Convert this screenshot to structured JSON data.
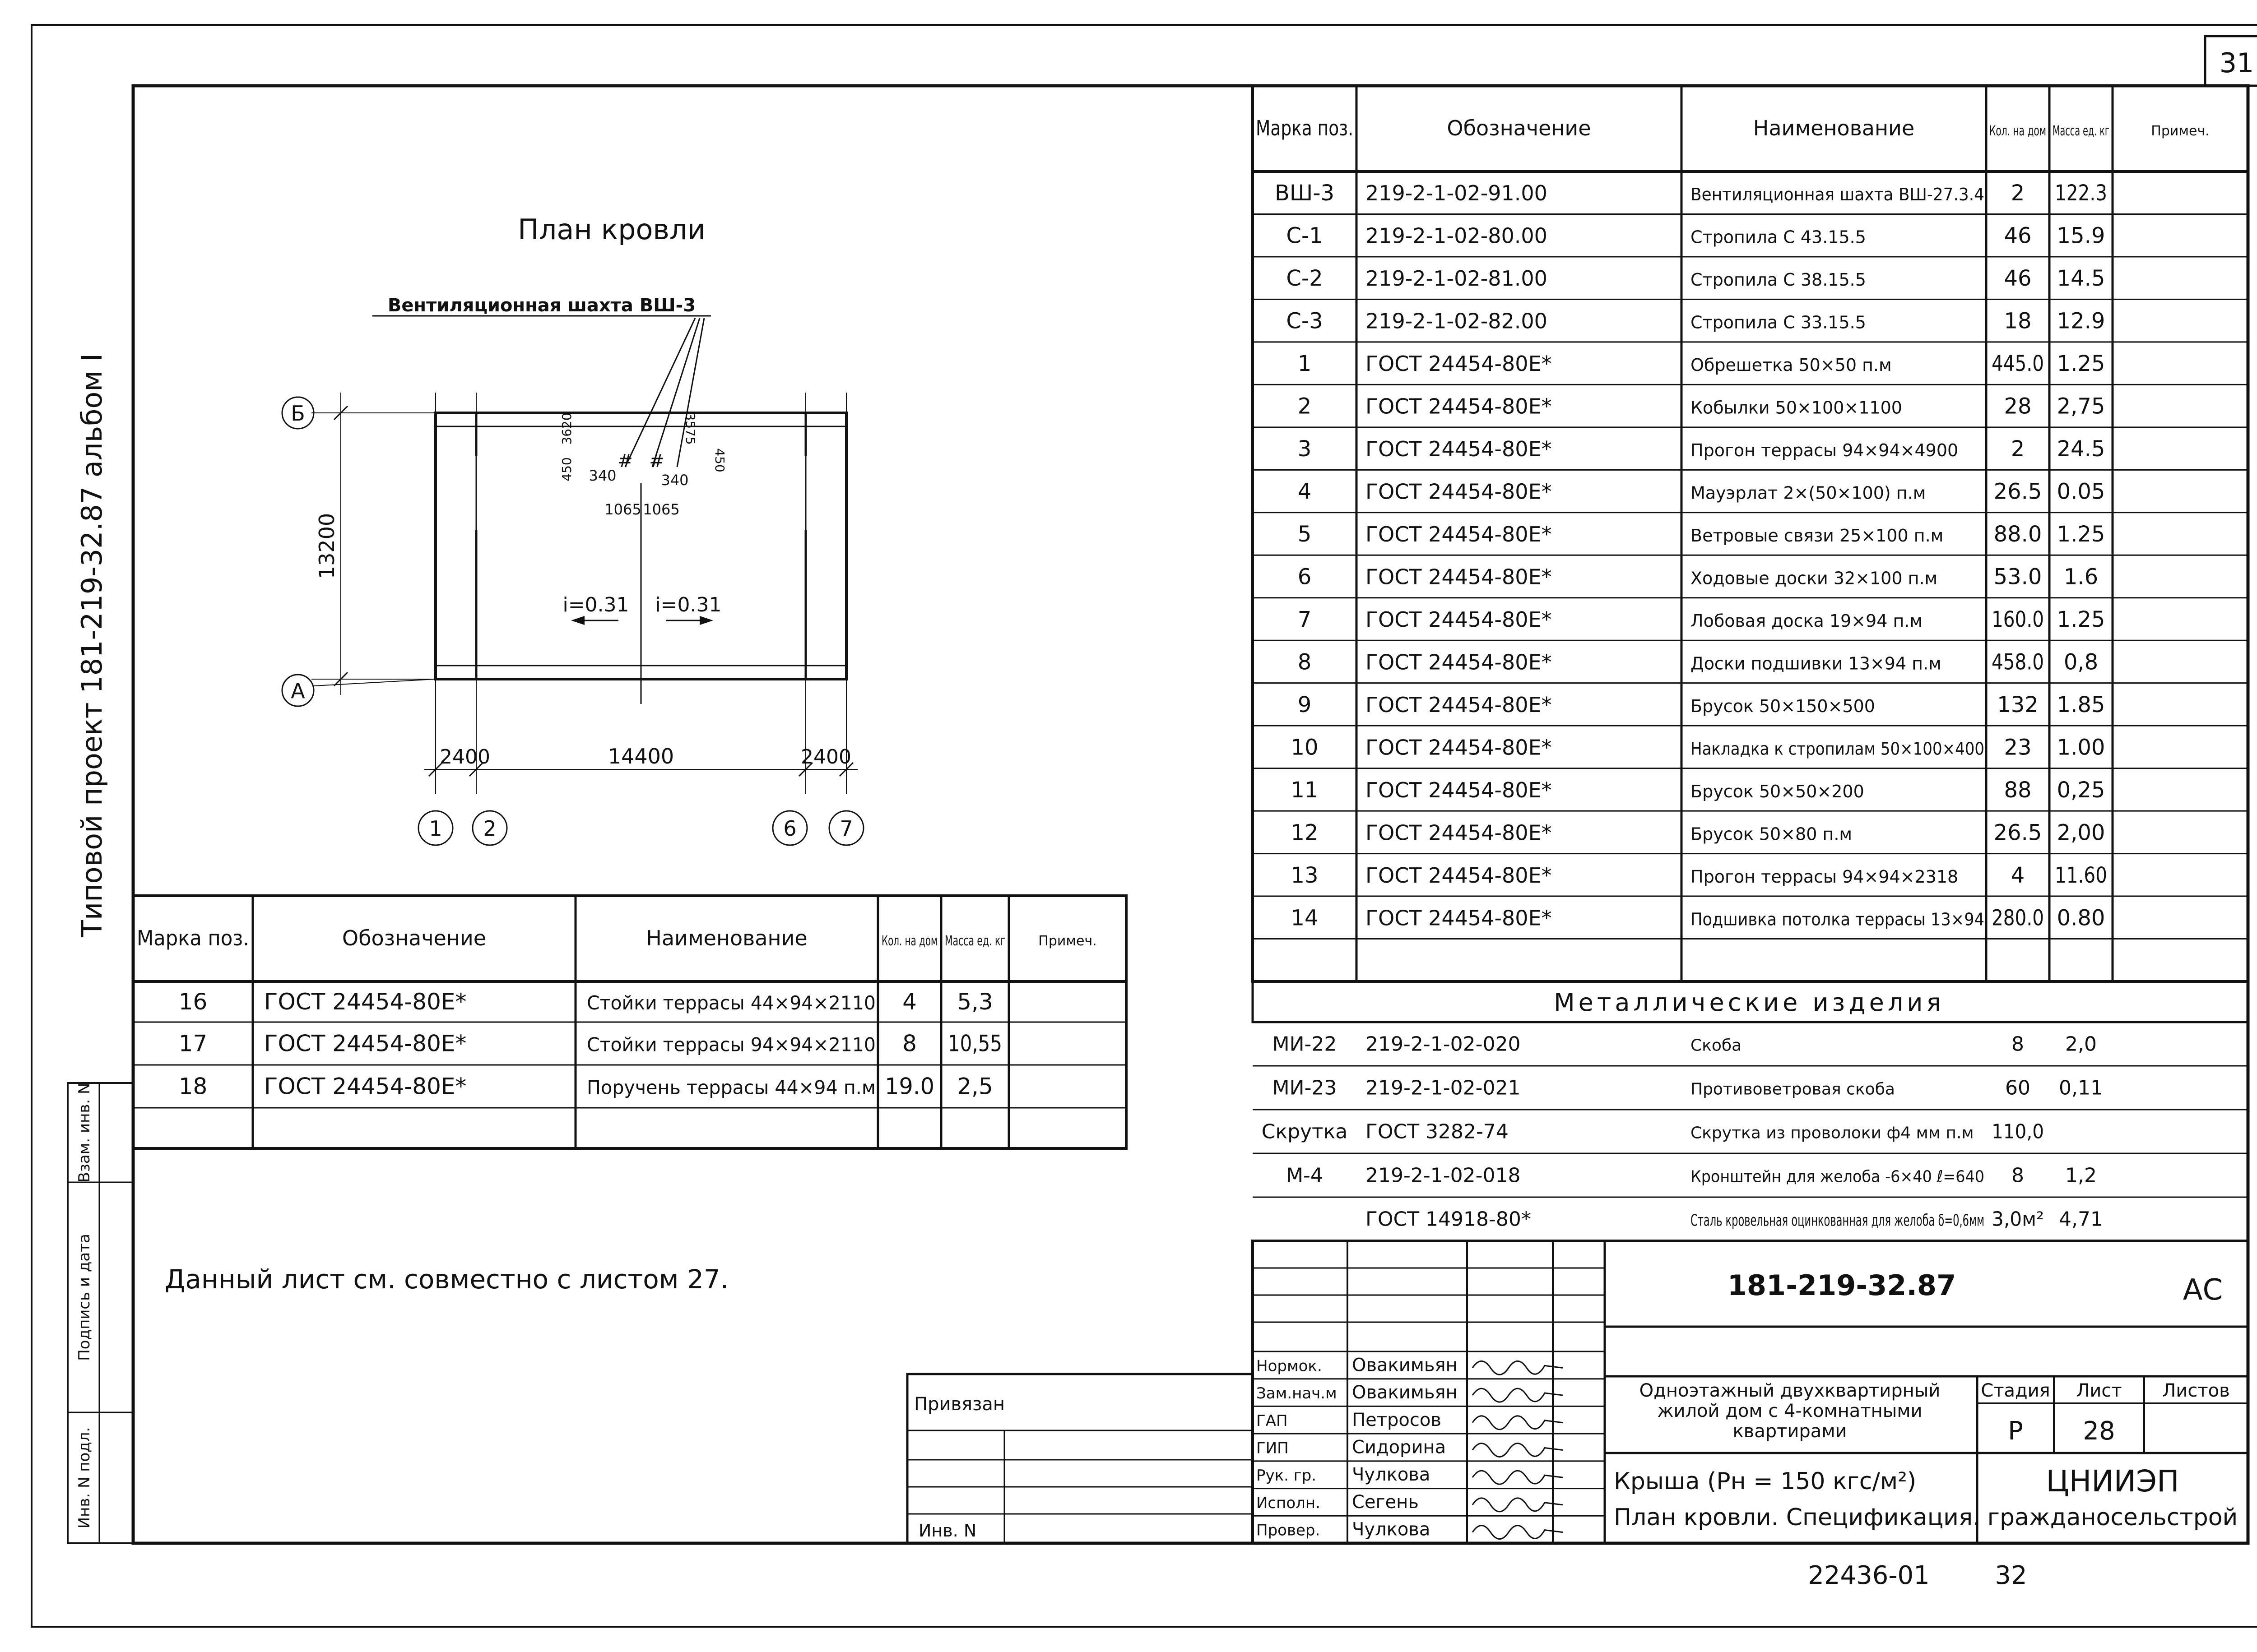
{
  "sheet_number": "31",
  "album_caption": "Типовой проект 181-219-32.87 альбом I",
  "plan": {
    "title": "План кровли",
    "shaft_label": "Вентиляционная шахта ВШ-3",
    "axis_b": "Б",
    "axis_a": "А",
    "axis_1": "1",
    "axis_2": "2",
    "axis_6": "6",
    "axis_7": "7",
    "dim_13200": "13200",
    "dim_2400_left": "2400",
    "dim_14400": "14400",
    "dim_2400_right": "2400",
    "dim_450_l": "450",
    "dim_3620": "3620",
    "dim_340_l": "340",
    "dim_340_r": "340",
    "dim_3575": "3575",
    "dim_450_r": "450",
    "dim_1065_l": "1065",
    "dim_1065_r": "1065",
    "slope_left": "i=0.31",
    "slope_right": "i=0.31"
  },
  "left_table": {
    "headers": [
      "Марка поз.",
      "Обозначение",
      "Наименование",
      "Кол. на дом",
      "Масса ед. кг",
      "Примеч."
    ],
    "rows": [
      [
        "16",
        "ГОСТ 24454-80Е*",
        "Стойки террасы 44×94×2110",
        "4",
        "5,3",
        ""
      ],
      [
        "17",
        "ГОСТ 24454-80Е*",
        "Стойки террасы 94×94×2110",
        "8",
        "10,55",
        ""
      ],
      [
        "18",
        "ГОСТ 24454-80Е*",
        "Поручень террасы 44×94 п.м",
        "19.0",
        "2,5",
        ""
      ]
    ]
  },
  "right_table": {
    "headers": [
      "Марка поз.",
      "Обозначение",
      "Наименование",
      "Кол. на дом",
      "Масса ед. кг",
      "Примеч."
    ],
    "rows": [
      [
        "ВШ-3",
        "219-2-1-02-91.00",
        "Вентиляционная шахта ВШ-27.3.4",
        "2",
        "122.3",
        ""
      ],
      [
        "С-1",
        "219-2-1-02-80.00",
        "Стропила С 43.15.5",
        "46",
        "15.9",
        ""
      ],
      [
        "С-2",
        "219-2-1-02-81.00",
        "Стропила С 38.15.5",
        "46",
        "14.5",
        ""
      ],
      [
        "С-3",
        "219-2-1-02-82.00",
        "Стропила С 33.15.5",
        "18",
        "12.9",
        ""
      ],
      [
        "1",
        "ГОСТ 24454-80Е*",
        "Обрешетка 50×50 п.м",
        "445.0",
        "1.25",
        ""
      ],
      [
        "2",
        "ГОСТ 24454-80Е*",
        "Кобылки 50×100×1100",
        "28",
        "2,75",
        ""
      ],
      [
        "3",
        "ГОСТ 24454-80Е*",
        "Прогон террасы 94×94×4900",
        "2",
        "24.5",
        ""
      ],
      [
        "4",
        "ГОСТ 24454-80Е*",
        "Мауэрлат 2×(50×100) п.м",
        "26.5",
        "0.05",
        ""
      ],
      [
        "5",
        "ГОСТ 24454-80Е*",
        "Ветровые связи 25×100 п.м",
        "88.0",
        "1.25",
        ""
      ],
      [
        "6",
        "ГОСТ 24454-80Е*",
        "Ходовые доски 32×100 п.м",
        "53.0",
        "1.6",
        ""
      ],
      [
        "7",
        "ГОСТ 24454-80Е*",
        "Лобовая доска 19×94 п.м",
        "160.0",
        "1.25",
        ""
      ],
      [
        "8",
        "ГОСТ 24454-80Е*",
        "Доски подшивки 13×94 п.м",
        "458.0",
        "0,8",
        ""
      ],
      [
        "9",
        "ГОСТ 24454-80Е*",
        "Брусок 50×150×500",
        "132",
        "1.85",
        ""
      ],
      [
        "10",
        "ГОСТ 24454-80Е*",
        "Накладка к стропилам 50×100×400",
        "23",
        "1.00",
        ""
      ],
      [
        "11",
        "ГОСТ 24454-80Е*",
        "Брусок 50×50×200",
        "88",
        "0,25",
        ""
      ],
      [
        "12",
        "ГОСТ 24454-80Е*",
        "Брусок 50×80 п.м",
        "26.5",
        "2,00",
        ""
      ],
      [
        "13",
        "ГОСТ 24454-80Е*",
        "Прогон террасы 94×94×2318",
        "4",
        "11.60",
        ""
      ],
      [
        "14",
        "ГОСТ 24454-80Е*",
        "Подшивка потолка террасы 13×94",
        "280.0",
        "0.80",
        ""
      ]
    ],
    "metal_section_title": "Металлические изделия",
    "metal_rows": [
      [
        "МИ-22",
        "219-2-1-02-020",
        "Скоба",
        "8",
        "2,0",
        ""
      ],
      [
        "МИ-23",
        "219-2-1-02-021",
        "Противоветровая скоба",
        "60",
        "0,11",
        ""
      ],
      [
        "Скрутка",
        "ГОСТ 3282-74",
        "Скрутка из проволоки ф4 мм п.м",
        "110,0",
        "",
        ""
      ],
      [
        "М-4",
        "219-2-1-02-018",
        "Кронштейн для желоба -6×40 ℓ=640",
        "8",
        "1,2",
        ""
      ],
      [
        "",
        "ГОСТ 14918-80*",
        "Сталь кровельная оцинкованная для желоба δ=0,6мм",
        "3,0м²",
        "4,71",
        ""
      ]
    ]
  },
  "note": "Данный лист см. совместно с листом 27.",
  "stamp_left_columns": {
    "inv_podl": "Инв. N подл.",
    "podpis_data": "Подпись и дата",
    "vzam_inv": "Взам. инв. N"
  },
  "privyazan": "Привязан",
  "inv_n": "Инв. N",
  "title_block": {
    "doc_code": "181-219-32.87",
    "mark": "АС",
    "roles": [
      "Нормок.",
      "Зам.нач.м",
      "ГАП",
      "ГИП",
      "Рук. гр.",
      "Исполн.",
      "Провер."
    ],
    "names": [
      "Овакимьян",
      "Овакимьян",
      "Петросов",
      "Сидорина",
      "Чулкова",
      "Сегень",
      "Чулкова"
    ],
    "project_name": "Одноэтажный двухквартирный жилой дом с 4-комнатными квартирами",
    "stage_header": "Стадия",
    "sheet_header": "Лист",
    "sheets_header": "Листов",
    "stage": "Р",
    "sheet": "28",
    "sheets": "",
    "drawing_title_line1": "Крыша (Рн = 150 кгс/м²)",
    "drawing_title_line2": "План кровли. Спецификация.",
    "org_line1": "ЦНИИЭП",
    "org_line2": "гражданосельстрой"
  },
  "bottom_left_code": "22436-01",
  "bottom_right_num": "32"
}
